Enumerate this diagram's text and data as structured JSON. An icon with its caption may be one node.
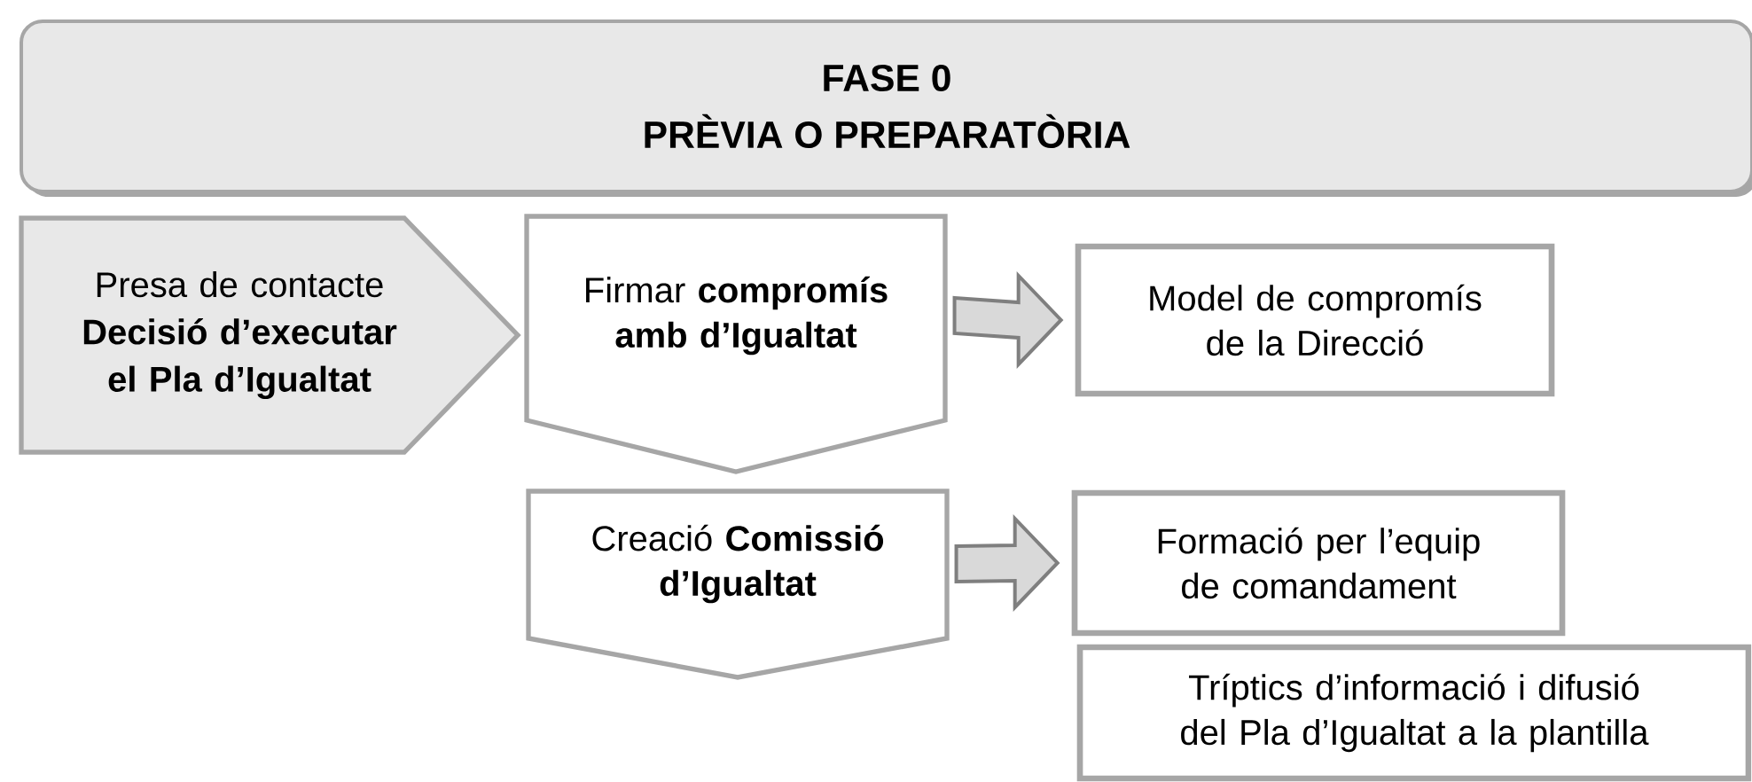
{
  "diagram": {
    "nodes": [
      {
        "text": [
          "FASE 0",
          "PRÈVIA O PREPARATÒRIA"
        ]
      },
      {
        "text": [
          "Presa de contacte **Decisió d’executar el Pla d’Igualtat**"
        ]
      },
      {
        "text": [
          "Firmar **compromís amb d’Igualtat**"
        ]
      },
      {
        "text": [
          "Model de compromís de la Direcció"
        ]
      },
      {
        "text": [
          "Creació **Comissió d’Igualtat**"
        ]
      },
      {
        "text": [
          "Formació per l’equip de comandament"
        ]
      },
      {
        "text": [
          "Tríptics d’informació i difusió del Pla d’Igualtat a la plantilla"
        ]
      }
    ],
    "edges": [
      {
        "from": 2,
        "to": 3,
        "arrow": "to"
      },
      {
        "from": 4,
        "to": 5,
        "arrow": "to"
      }
    ]
  }
}
